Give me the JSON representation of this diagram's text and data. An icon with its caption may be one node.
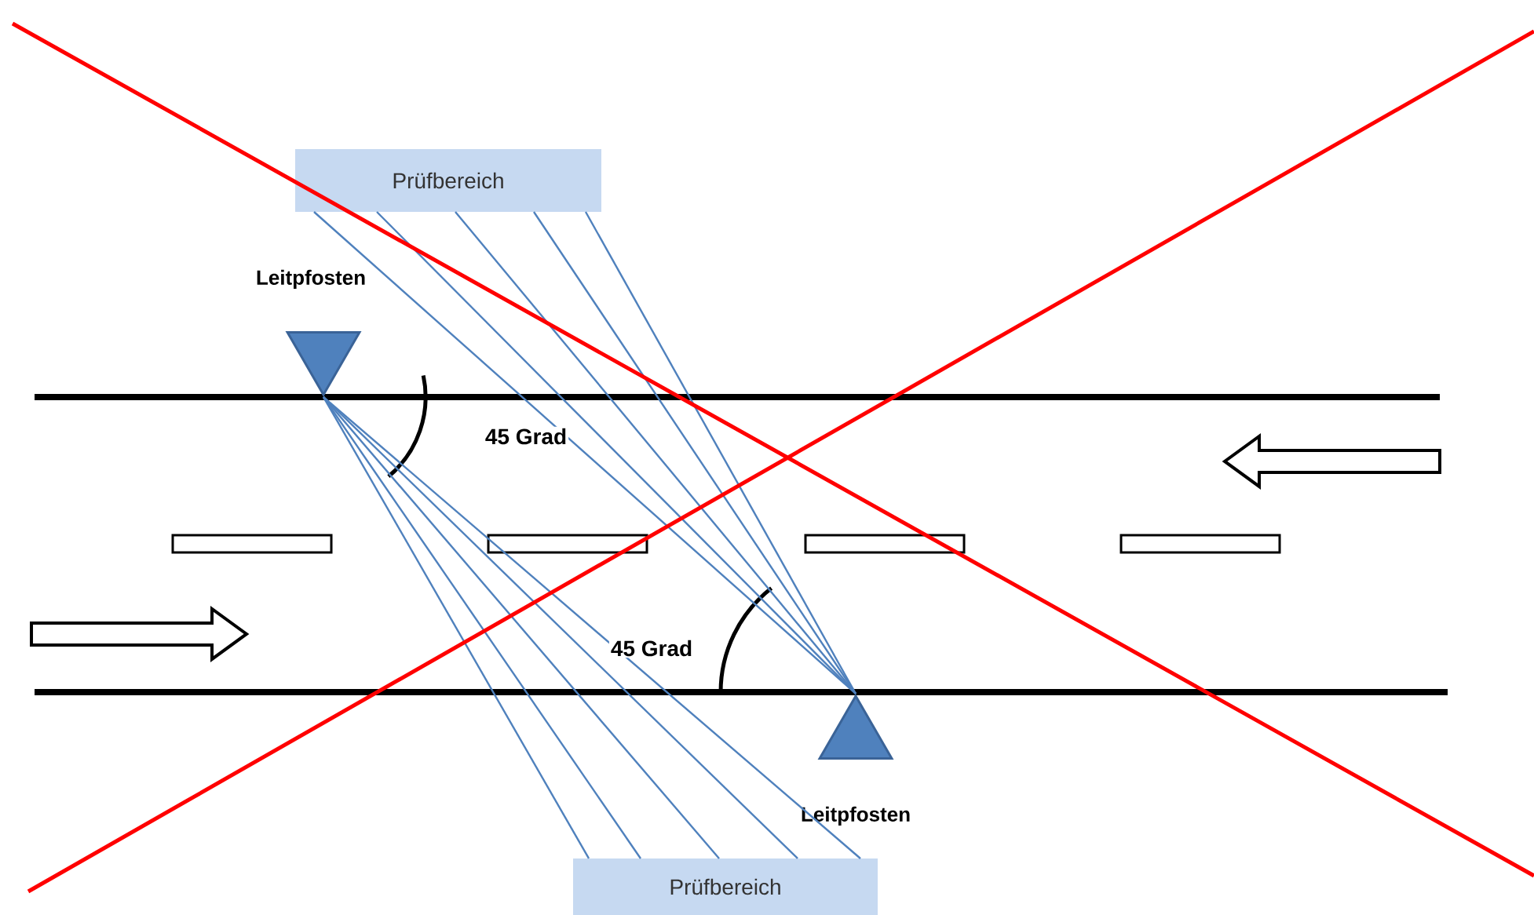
{
  "diagram": {
    "nodes": [
      {
        "text": [
          "Prüfbereich"
        ]
      },
      {
        "text": [],
        "shape": "triangle",
        "beside": [
          "Leitpfosten"
        ]
      },
      {
        "text": [],
        "shape": "triangle",
        "beside": [
          "Leitpfosten"
        ]
      },
      {
        "text": [
          "Prüfbereich"
        ]
      }
    ],
    "edges": [
      {
        "from": 1,
        "to": 3,
        "arrow": "none"
      },
      {
        "from": 1,
        "to": 3,
        "arrow": "none"
      },
      {
        "from": 1,
        "to": 3,
        "arrow": "none"
      },
      {
        "from": 1,
        "to": 3,
        "arrow": "none"
      },
      {
        "from": 1,
        "to": 3,
        "arrow": "none"
      },
      {
        "from": 2,
        "to": 0,
        "arrow": "none"
      },
      {
        "from": 2,
        "to": 0,
        "arrow": "none"
      },
      {
        "from": 2,
        "to": 0,
        "arrow": "none"
      },
      {
        "from": 2,
        "to": 0,
        "arrow": "none"
      },
      {
        "from": 2,
        "to": 0,
        "arrow": "none"
      }
    ],
    "labels": [
      "45 Grad",
      "45 Grad"
    ]
  }
}
